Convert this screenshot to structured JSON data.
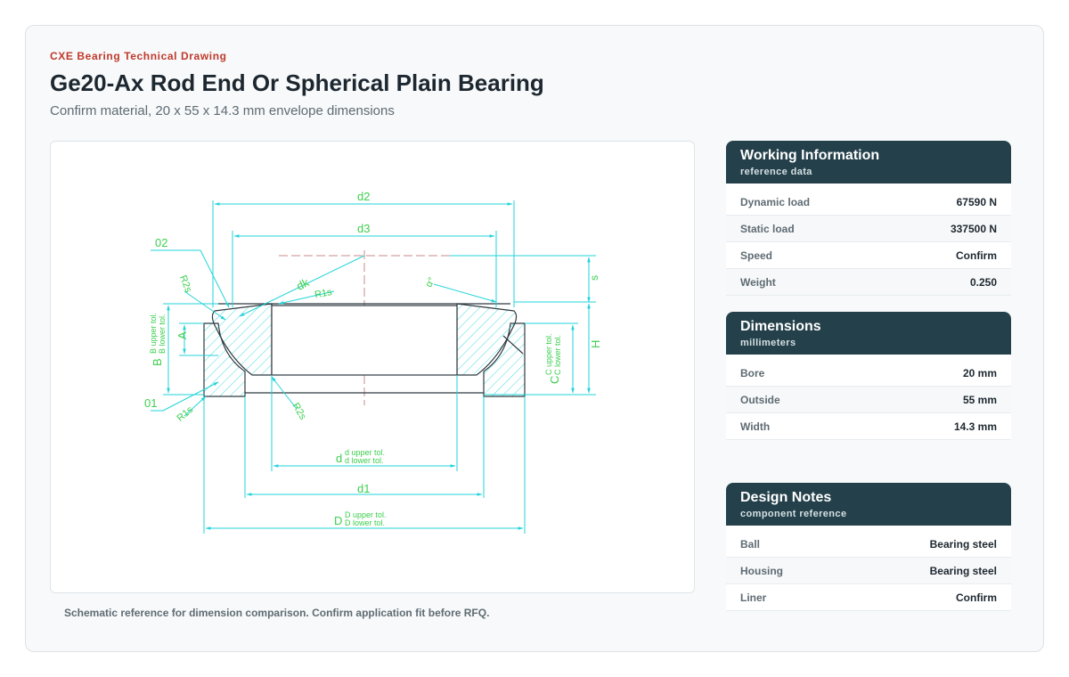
{
  "header": {
    "eyebrow": "CXE Bearing Technical Drawing",
    "title": "Ge20-Ax Rod End Or Spherical Plain Bearing",
    "subtitle": "Confirm material, 20 x 55 x 14.3 mm envelope dimensions"
  },
  "drawing": {
    "labels": {
      "d2": "d2",
      "d3": "d3",
      "dk": "dk",
      "alpha": "α°",
      "s": "s",
      "H": "H",
      "r1s_top": "R1s",
      "r2s_top": "R2s",
      "r1s_bottom": "R1s",
      "r2s_bottom": "R2s",
      "o2": "02",
      "o1": "01",
      "A": "A",
      "B": "B",
      "B_upper": "B upper tol.",
      "B_lower": "B lower tol.",
      "C": "C",
      "C_upper": "C upper tol.",
      "C_lower": "C lower tol.",
      "d": "d",
      "d_upper": "d upper tol.",
      "d_lower": "d lower tol.",
      "d1": "d1",
      "D": "D",
      "D_upper": "D upper tol.",
      "D_lower": "D lower tol."
    },
    "colors": {
      "dim": "#22d3d8",
      "label": "#3ccf4e",
      "part": "#2f3a40",
      "hatch": "#36d6dc",
      "center": "#c98b8b"
    }
  },
  "caption": "Schematic reference for dimension comparison. Confirm application fit before RFQ.",
  "panels": {
    "working": {
      "title": "Working Information",
      "subtitle": "reference data",
      "rows": [
        {
          "label": "Dynamic load",
          "value": "67590 N"
        },
        {
          "label": "Static load",
          "value": "337500 N"
        },
        {
          "label": "Speed",
          "value": "Confirm"
        },
        {
          "label": "Weight",
          "value": "0.250"
        }
      ]
    },
    "dimensions": {
      "title": "Dimensions",
      "subtitle": "millimeters",
      "rows": [
        {
          "label": "Bore",
          "value": "20 mm"
        },
        {
          "label": "Outside",
          "value": "55 mm"
        },
        {
          "label": "Width",
          "value": "14.3 mm"
        }
      ]
    },
    "notes": {
      "title": "Design Notes",
      "subtitle": "component reference",
      "rows": [
        {
          "label": "Ball",
          "value": "Bearing steel"
        },
        {
          "label": "Housing",
          "value": "Bearing steel"
        },
        {
          "label": "Liner",
          "value": "Confirm"
        }
      ]
    }
  }
}
